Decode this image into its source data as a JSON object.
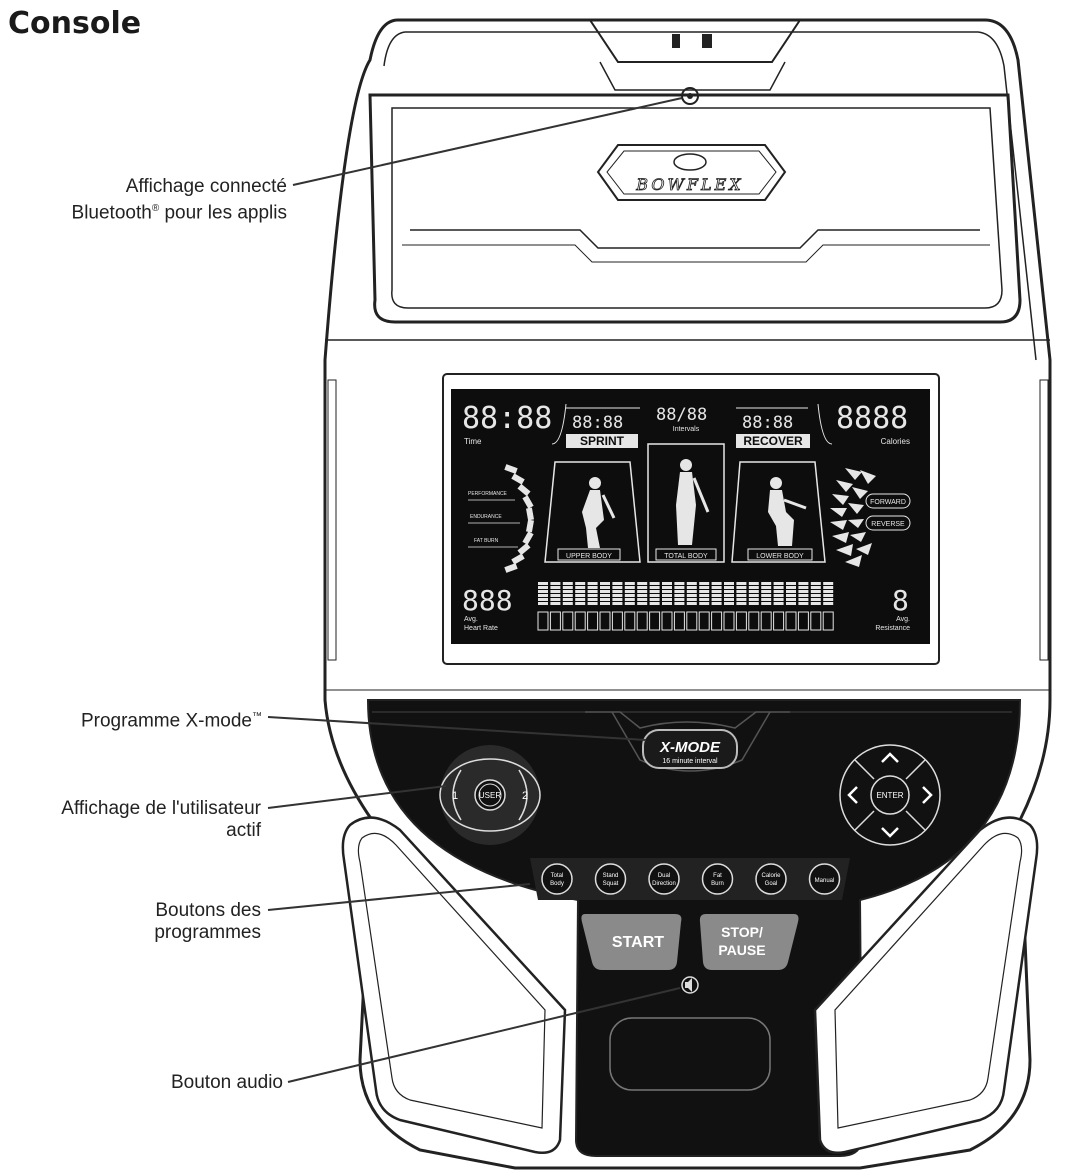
{
  "heading": "Console",
  "brand": "BOWFLEX",
  "callouts": {
    "bluetooth_line1": "Affichage connecté",
    "bluetooth_line2": "Bluetooth",
    "bluetooth_mark": "®",
    "bluetooth_line2b": " pour les applis",
    "xmode_text": "Programme X-mode",
    "xmode_mark": "™",
    "user_line1": "Affichage de l'utilisateur",
    "user_line2": "actif",
    "programs_line1": "Boutons des",
    "programs_line2": "programmes",
    "audio": "Bouton audio"
  },
  "lcd": {
    "time_digits": "88:88",
    "time_label": "Time",
    "sprint_digits": "88:88",
    "sprint_label": "SPRINT",
    "intervals_digits": "88/88",
    "intervals_label": "Intervals",
    "recover_digits": "88:88",
    "recover_label": "RECOVER",
    "calories_digits": "8888",
    "calories_label": "Calories",
    "zone_performance": "PERFORMANCE",
    "zone_endurance": "ENDURANCE",
    "zone_fatburn": "FAT BURN",
    "upper_body": "UPPER BODY",
    "total_body": "TOTAL BODY",
    "lower_body": "LOWER BODY",
    "forward": "FORWARD",
    "reverse": "REVERSE",
    "hr_digits": "888",
    "hr_label1": "Avg.",
    "hr_label2": "Heart Rate",
    "res_digit": "8",
    "res_label1": "Avg.",
    "res_label2": "Resistance"
  },
  "controls": {
    "xmode_title": "X-MODE",
    "xmode_sub": "16 minute interval",
    "user1": "1",
    "user_center": "USER",
    "user2": "2",
    "enter": "ENTER",
    "programs": [
      {
        "line1": "Total",
        "line2": "Body"
      },
      {
        "line1": "Stand",
        "line2": "Squat"
      },
      {
        "line1": "Dual",
        "line2": "Direction"
      },
      {
        "line1": "Fat",
        "line2": "Burn"
      },
      {
        "line1": "Calorie",
        "line2": "Goal"
      },
      {
        "line1": "Manual",
        "line2": ""
      }
    ],
    "start": "START",
    "stop_line1": "STOP/",
    "stop_line2": "PAUSE"
  }
}
